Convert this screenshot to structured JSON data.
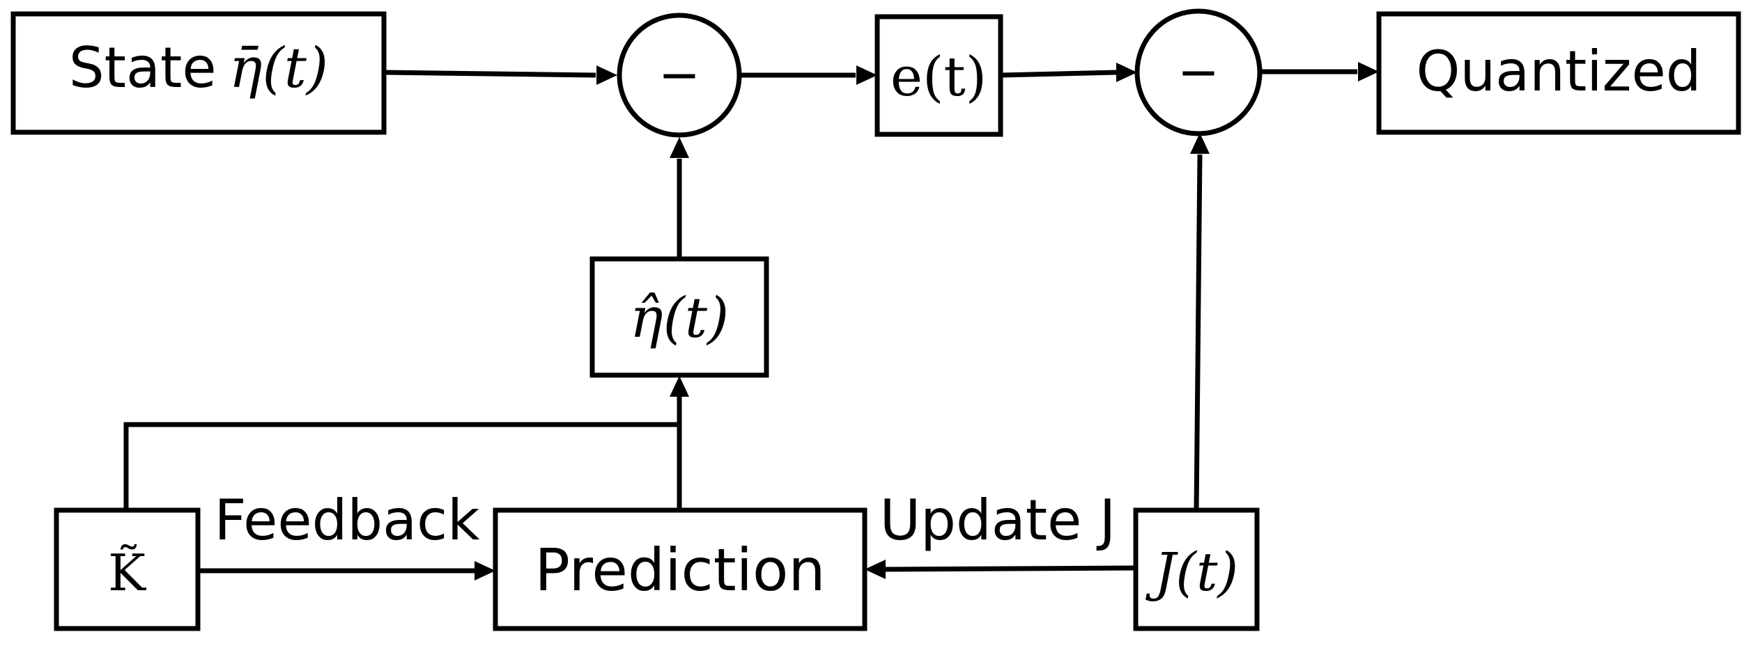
{
  "diagram": {
    "nodes": {
      "state": {
        "label": "State",
        "math": "η̄(t)"
      },
      "error": {
        "math": "e(t)"
      },
      "quantized": {
        "label": "Quantized"
      },
      "estimate": {
        "math": "η̂(t)"
      },
      "gain": {
        "math": "K̃"
      },
      "prediction": {
        "label": "Prediction"
      },
      "threshold": {
        "math": "J(t)"
      },
      "minus_1": {
        "symbol": "−"
      },
      "minus_2": {
        "symbol": "−"
      }
    },
    "edge_labels": {
      "feedback": "Feedback",
      "update": "Update J"
    }
  }
}
